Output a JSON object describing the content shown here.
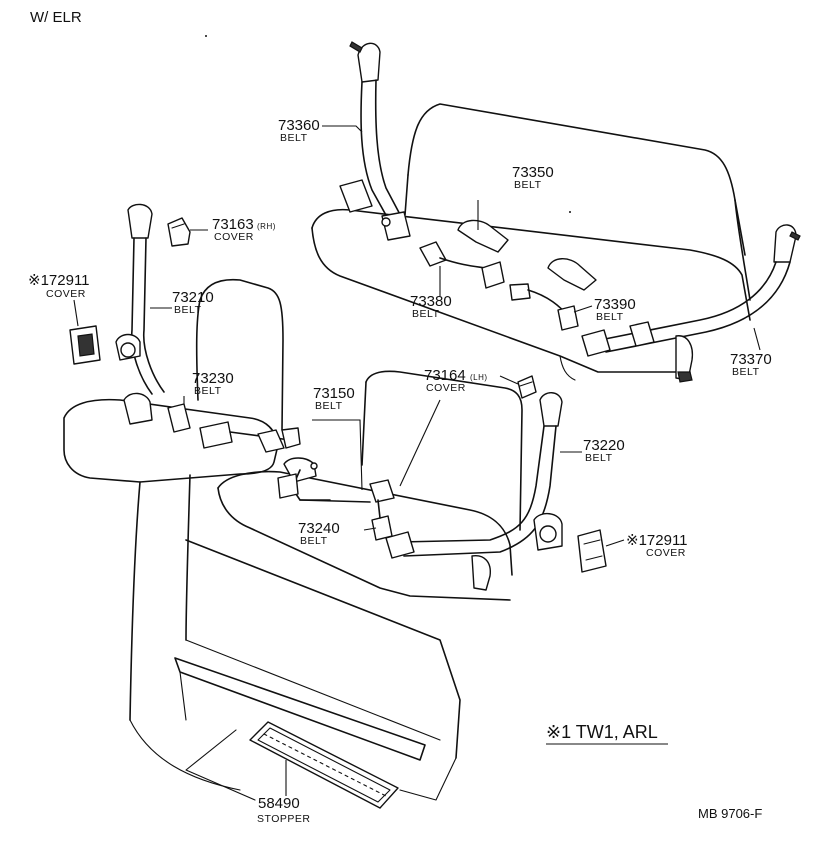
{
  "header": {
    "title": "W/ ELR"
  },
  "footer": {
    "code": "MB 9706-F"
  },
  "note": {
    "text": "※1 TW1, ARL"
  },
  "callouts": [
    {
      "id": "73360",
      "number": "73360",
      "name": "BELT"
    },
    {
      "id": "73350",
      "number": "73350",
      "name": "BELT"
    },
    {
      "id": "73163",
      "number": "73163",
      "suffix": "(RH)",
      "name": "COVER"
    },
    {
      "id": "172911-left",
      "number": "※172911",
      "name": "COVER"
    },
    {
      "id": "73210",
      "number": "73210",
      "name": "BELT"
    },
    {
      "id": "73380",
      "number": "73380",
      "name": "BELT"
    },
    {
      "id": "73390",
      "number": "73390",
      "name": "BELT"
    },
    {
      "id": "73370",
      "number": "73370",
      "name": "BELT"
    },
    {
      "id": "73230",
      "number": "73230",
      "name": "BELT"
    },
    {
      "id": "73164",
      "number": "73164",
      "suffix": "(LH)",
      "name": "COVER"
    },
    {
      "id": "73150",
      "number": "73150",
      "name": "BELT"
    },
    {
      "id": "73220",
      "number": "73220",
      "name": "BELT"
    },
    {
      "id": "73240",
      "number": "73240",
      "name": "BELT"
    },
    {
      "id": "172911-right",
      "number": "※172911",
      "name": "COVER"
    },
    {
      "id": "58490",
      "number": "58490",
      "name": "STOPPER"
    }
  ]
}
